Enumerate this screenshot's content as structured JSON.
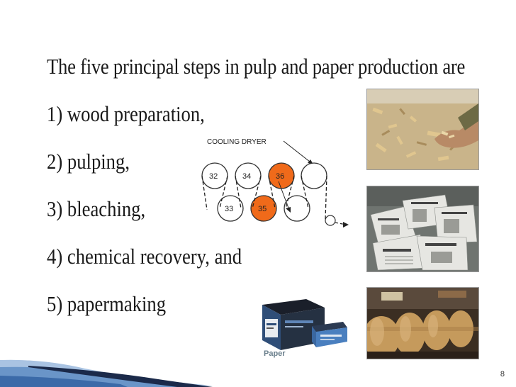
{
  "slide": {
    "title": "The five principal steps in pulp and paper production are",
    "steps": [
      "1) wood preparation,",
      "2) pulping,",
      "3) bleaching,",
      "4) chemical recovery, and",
      "5) papermaking"
    ],
    "page_number": "8"
  },
  "diagram": {
    "label": "COOLING DRYER",
    "rolls": [
      "32",
      "34",
      "36",
      "33",
      "35"
    ],
    "highlight_color": "#f06a1a"
  },
  "paper_image": {
    "caption": "Paper"
  },
  "images": [
    {
      "icon": "wood-chips-photo"
    },
    {
      "icon": "newspapers-photo"
    },
    {
      "icon": "paper-rolls-photo"
    }
  ],
  "colors": {
    "accent_dark": "#1b2a4a",
    "accent_light": "#6a95c8"
  }
}
